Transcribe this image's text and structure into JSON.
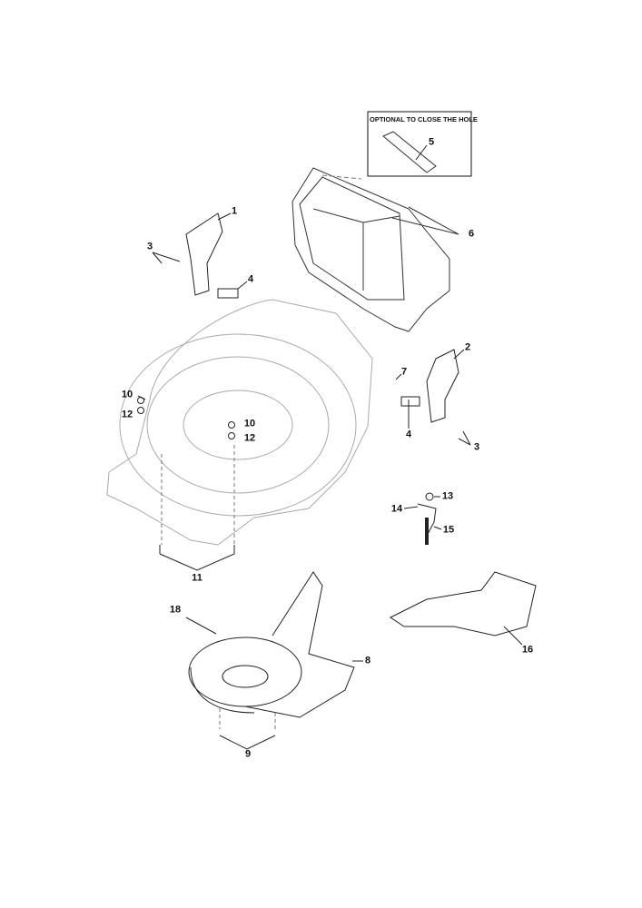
{
  "diagram": {
    "optional_note": "OPTIONAL TO CLOSE THE HOLE",
    "callouts": {
      "c1": "1",
      "c2": "2",
      "c3a": "3",
      "c3b": "3",
      "c4a": "4",
      "c4b": "4",
      "c5": "5",
      "c6": "6",
      "c7": "7",
      "c8": "8",
      "c9": "9",
      "c10a": "10",
      "c12a": "12",
      "c10b": "10",
      "c12b": "12",
      "c11": "11",
      "c13": "13",
      "c14": "14",
      "c15": "15",
      "c16": "16",
      "c18": "18"
    }
  }
}
